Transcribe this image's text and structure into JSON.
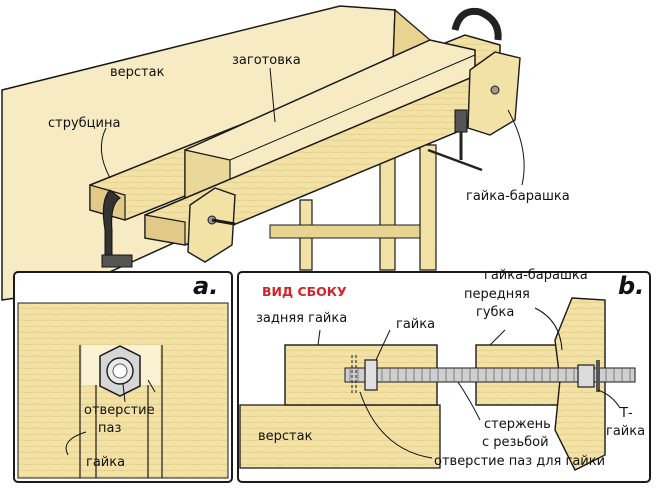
{
  "labels": {
    "workbench_top": "верстак",
    "workpiece": "заготовка",
    "clamp": "струбцина",
    "wing_nut": "гайка-барашка",
    "hole": "отверстие",
    "slot": "паз",
    "nut_a": "гайка",
    "side_view": "ВИД СБОКУ",
    "wing_nut_b": "гайка-барашка",
    "front_jaw_1": "передняя",
    "front_jaw_2": "губка",
    "rear_nut": "задняя гайка",
    "nut_b": "гайка",
    "threaded_rod_1": "стержень",
    "threaded_rod_2": "с резьбой",
    "t_nut_1": "Т-",
    "t_nut_2": "гайка",
    "workbench_b": "верстак",
    "hole_slot_nut": "отверстие паз для гайки"
  },
  "insets": {
    "a": "a.",
    "b": "b."
  },
  "colors": {
    "wood": "#f3e2a6",
    "wood_dark": "#d9bf72",
    "outline": "#1a1a1a",
    "metal": "#bfbfbf",
    "accent": "#d2232a"
  }
}
